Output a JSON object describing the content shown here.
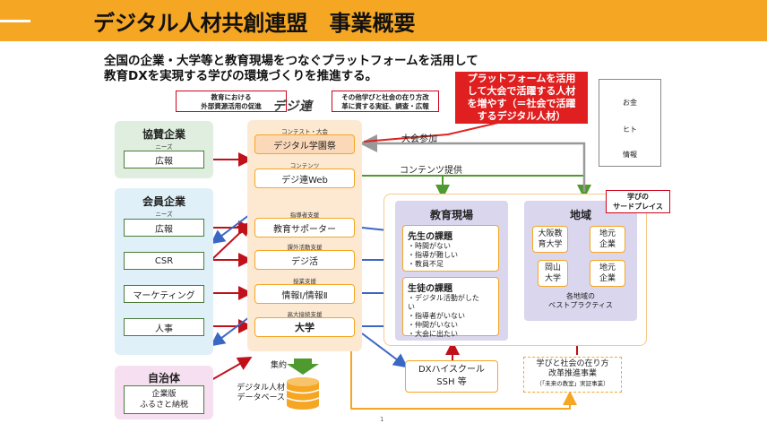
{
  "title": "デジタル人材共創連盟　事業概要",
  "intro": {
    "line1": "全国の企業・大学等と教育現場をつなぐプラットフォームを活用して",
    "line2": "教育DXを実現する学びの環境づくりを推進する。"
  },
  "callouts": {
    "left_line1": "教育における",
    "left_line2": "外部資源活用の促進",
    "right_line1": "その他学びと社会の在り方改",
    "right_line2": "革に資する実証、調査・広報",
    "banner_line1": "プラットフォームを活用",
    "banner_line2": "して大会で活躍する人材",
    "banner_line3": "を増やす（＝社会で活躍",
    "banner_line4": "するデジタル人材）",
    "side_line1": "学びの",
    "side_line2": "サードプレイス"
  },
  "logo": "デジ連",
  "groups": {
    "sponsor": {
      "title": "協賛企業",
      "sub": "ニーズ",
      "items": [
        "広報"
      ]
    },
    "member": {
      "title": "会員企業",
      "sub": "ニーズ",
      "items": [
        "広報",
        "CSR",
        "マーケティング",
        "人事"
      ]
    },
    "local": {
      "title": "自治体",
      "item_line1": "企業版",
      "item_line2": "ふるさと納税"
    }
  },
  "platform": {
    "contest_lbl": "コンテスト・大会",
    "contest": "デジタル学園祭",
    "contents_lbl": "コンテンツ",
    "contents": "デジ連Web",
    "instructor_lbl": "指導者支援",
    "instructor": "教育サポーター",
    "activity_lbl": "課外活動支援",
    "activity": "デジ活",
    "class_lbl": "授業支援",
    "class": "情報Ⅰ/情報Ⅱ",
    "univ_lbl": "高大接続支援",
    "univ": "大学"
  },
  "flows": {
    "contest_join": "大会参加",
    "contents_provide": "コンテンツ提供",
    "aggregate": "集約"
  },
  "database": {
    "line1": "デジタル人材",
    "line2": "データベース"
  },
  "edu": {
    "title": "教育現場",
    "teacher_title": "先生の課題",
    "teacher_items": [
      "・時間がない",
      "・指導が難しい",
      "・教員不足"
    ],
    "student_title": "生徒の課題",
    "student_items": [
      "・デジタル活動がした",
      "い",
      "・指導者がいない",
      "・仲間がいない",
      "・大会に出たい"
    ]
  },
  "region": {
    "title": "地域",
    "univ1_line1": "大阪教",
    "univ1_line2": "育大学",
    "biz1_line1": "地元",
    "biz1_line2": "企業",
    "univ2_line1": "岡山",
    "univ2_line2": "大学",
    "biz2_line1": "地元",
    "biz2_line2": "企業",
    "caption_line1": "各地域の",
    "caption_line2": "ベストプラクティス"
  },
  "dx_school": {
    "line1": "DXハイスクール",
    "line2": "SSH 等"
  },
  "reform": {
    "line1": "学びと社会の在り方",
    "line2": "改革推進事業",
    "line3": "（「未来の教室」実証事業）"
  },
  "legend": {
    "money": "お金",
    "people": "ヒト",
    "info": "情報"
  },
  "page_number": "1",
  "colors": {
    "accent": "#f5a623",
    "money": "#c0101a",
    "people": "#3b67c4",
    "info": "#4f9a2f",
    "banner": "#e02020"
  }
}
